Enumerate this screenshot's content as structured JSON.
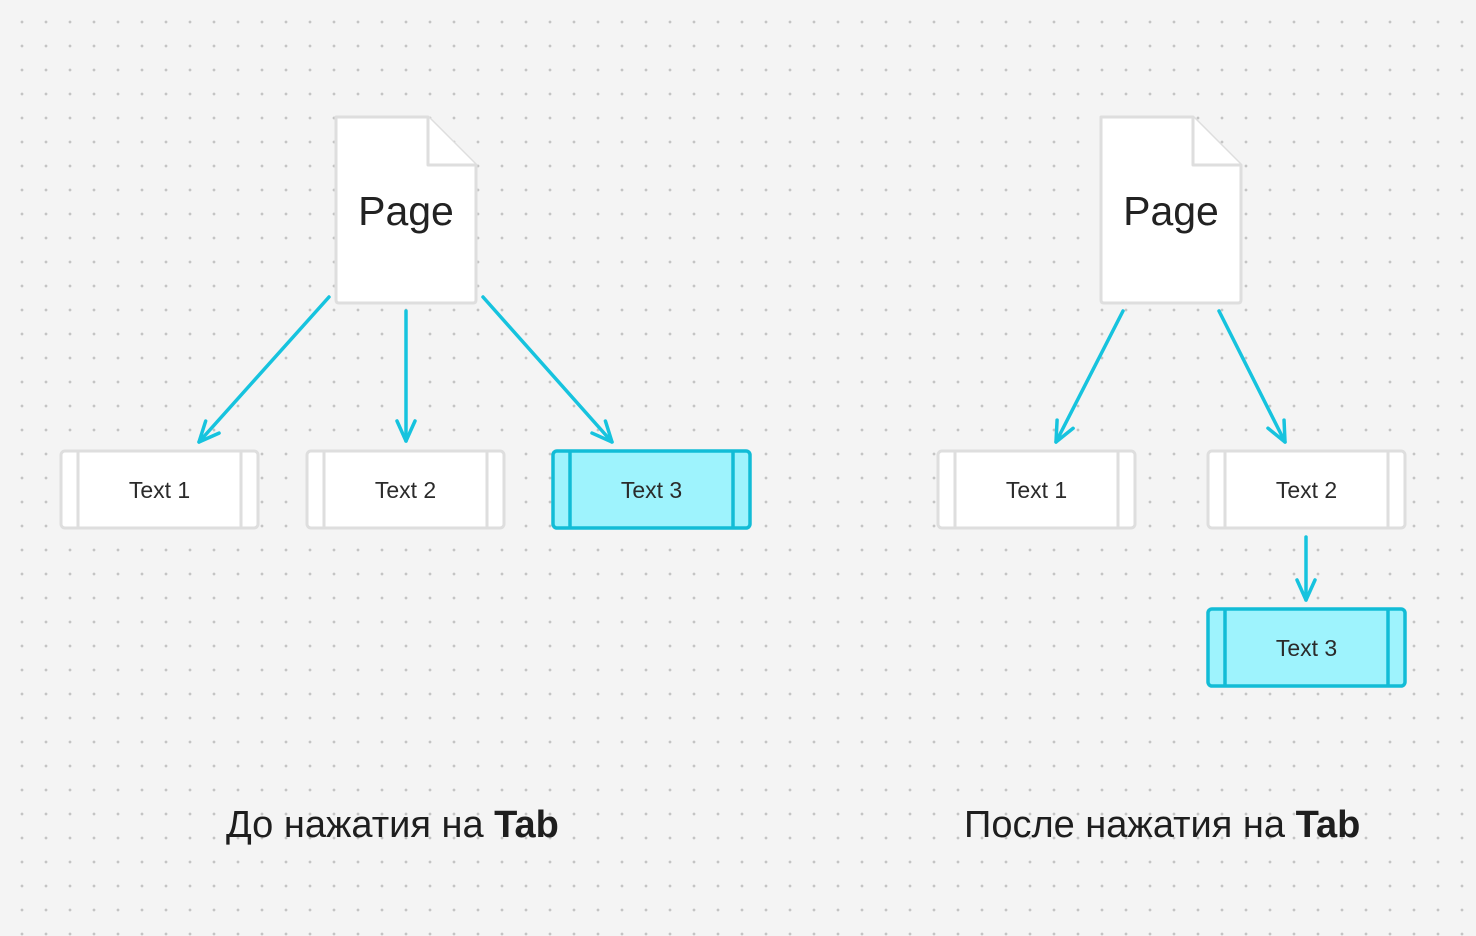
{
  "colors": {
    "arrow": "#16c3de",
    "selected_fill": "#9ef3fd",
    "selected_border": "#12bcd6",
    "node_border": "#dedede",
    "node_fill": "#ffffff",
    "background": "#f4f4f4"
  },
  "before": {
    "page_label": "Page",
    "nodes": [
      "Text 1",
      "Text 2",
      "Text 3"
    ],
    "selected_node": "Text 3",
    "caption_prefix": "До нажатия на ",
    "caption_key": "Tab"
  },
  "after": {
    "page_label": "Page",
    "nodes": [
      "Text 1",
      "Text 2",
      "Text 3"
    ],
    "selected_node": "Text 3",
    "caption_prefix": "После нажатия на ",
    "caption_key": "Tab"
  }
}
